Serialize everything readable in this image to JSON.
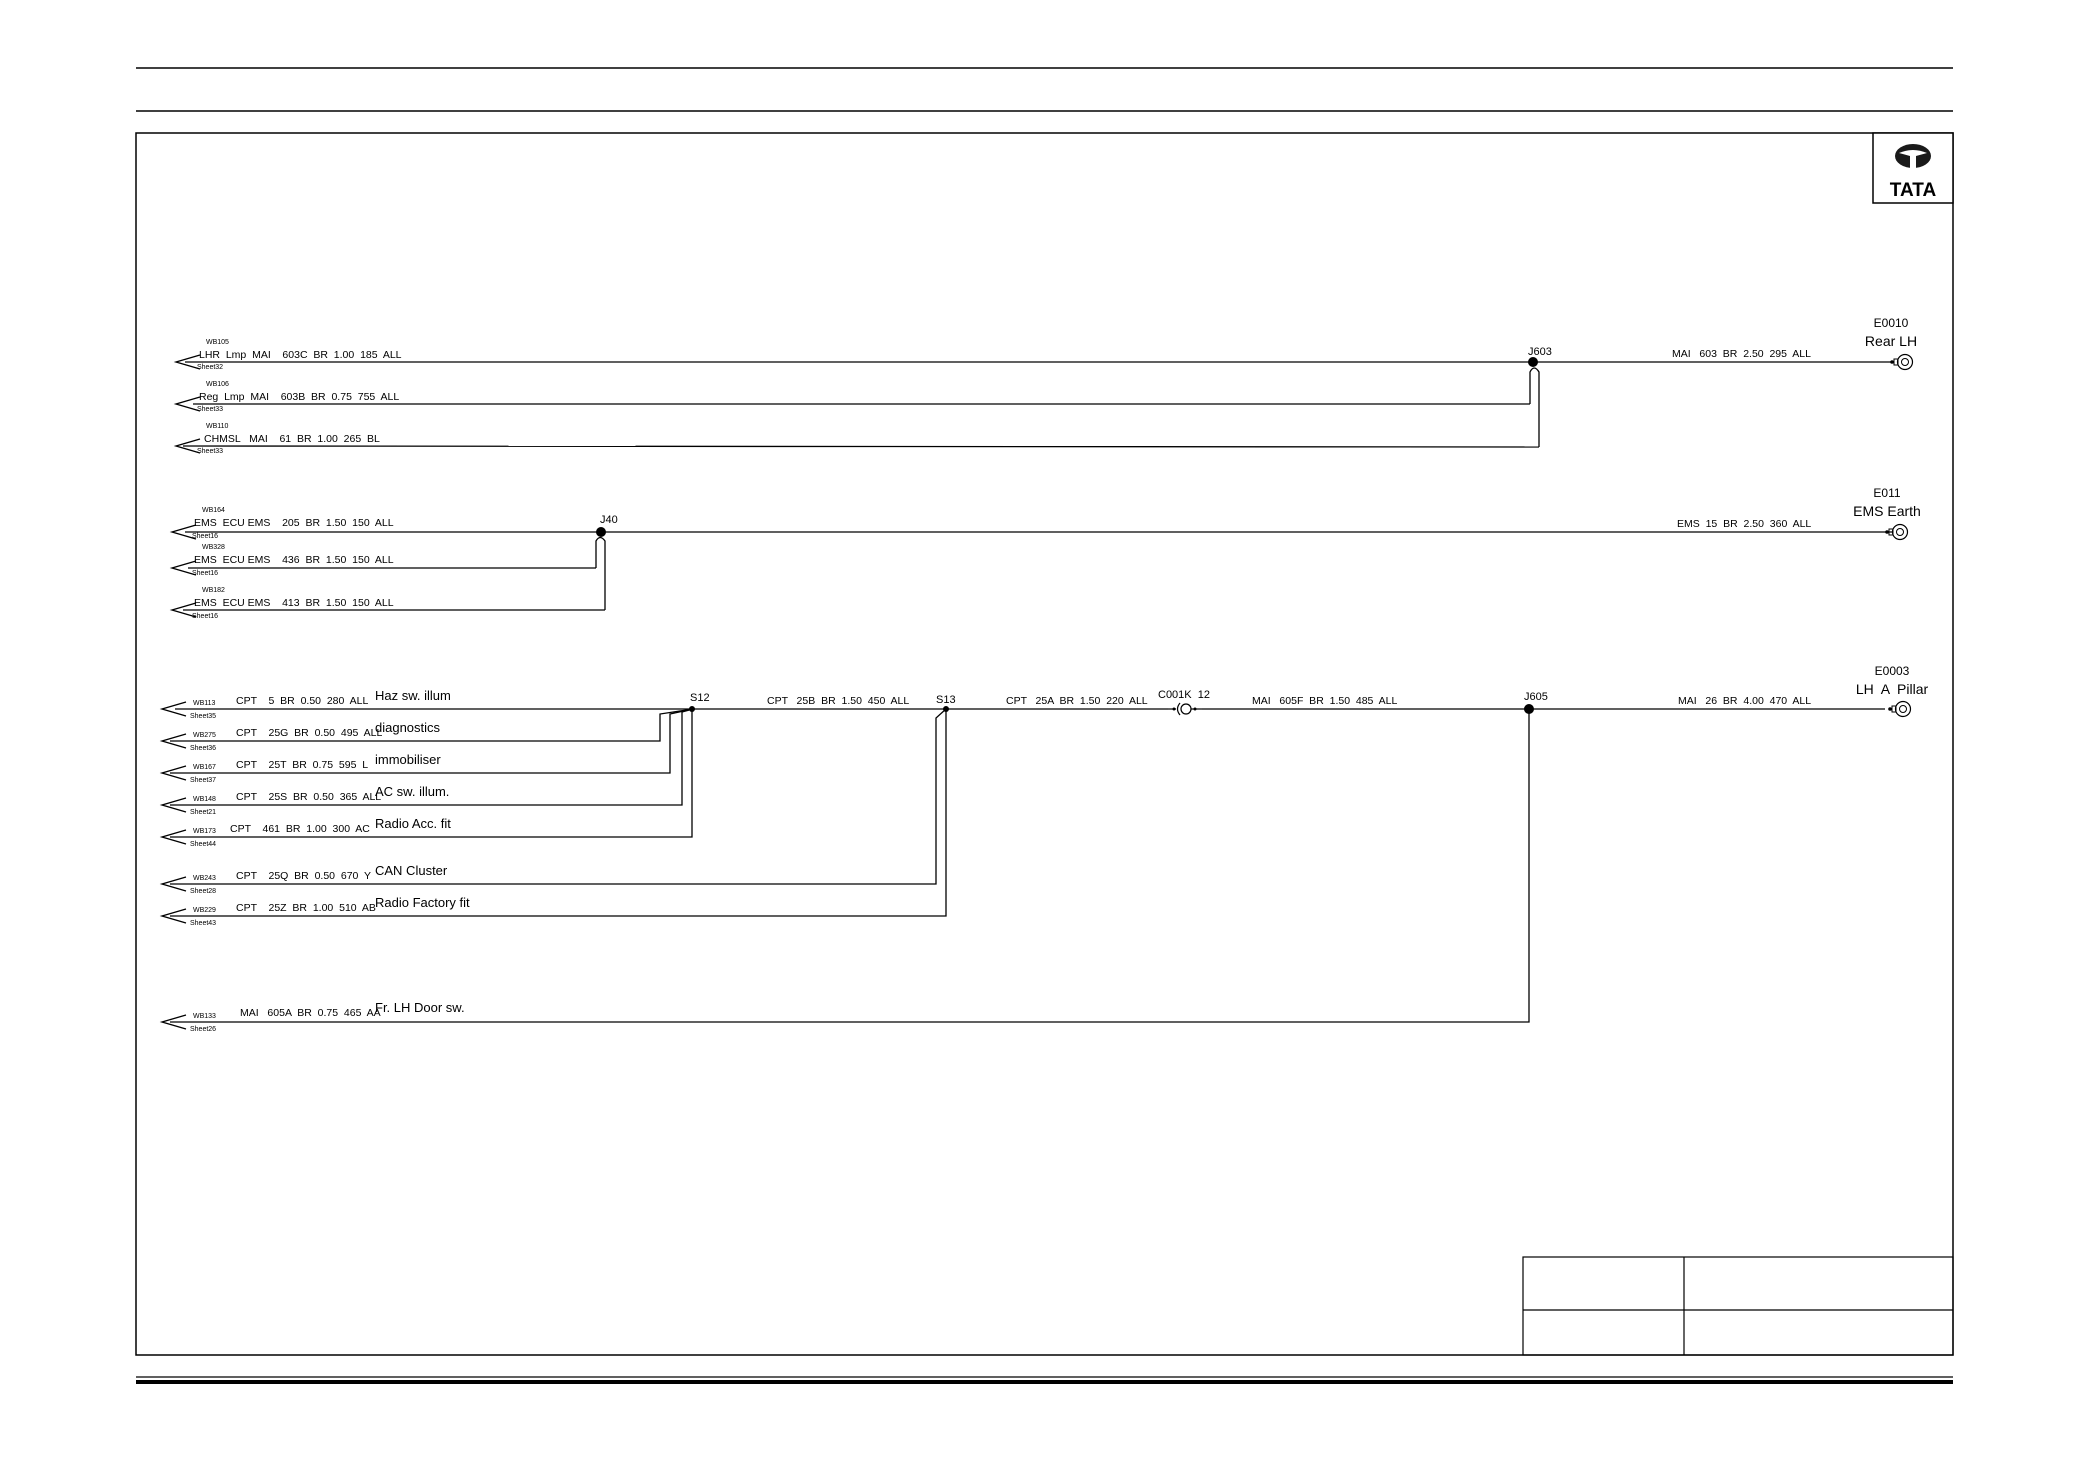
{
  "logo": {
    "text": "TATA"
  },
  "groups": [
    {
      "splice": {
        "id": "J603"
      },
      "destination": {
        "code": "E0010",
        "name": "Rear LH",
        "wire": "MAI   603  BR  2.50  295  ALL"
      },
      "branches": [
        {
          "ref": "WB105",
          "label": "LHR  Lmp  MAI    603C  BR  1.00  185  ALL",
          "sheet": "Sheet32"
        },
        {
          "ref": "WB106",
          "label": "Reg  Lmp  MAI    603B  BR  0.75  755  ALL",
          "sheet": "Sheet33"
        },
        {
          "ref": "WB110",
          "label": "CHMSL   MAI    61  BR  1.00  265  BL",
          "sheet": "Sheet33"
        }
      ]
    },
    {
      "splice": {
        "id": "J40"
      },
      "destination": {
        "code": "E011",
        "name": "EMS Earth",
        "wire": "EMS  15  BR  2.50  360  ALL"
      },
      "branches": [
        {
          "ref": "WB164",
          "label": "EMS  ECU EMS    205  BR  1.50  150  ALL",
          "sheet": "Sheet16"
        },
        {
          "ref": "WB328",
          "label": "EMS  ECU EMS    436  BR  1.50  150  ALL",
          "sheet": "Sheet16"
        },
        {
          "ref": "WB182",
          "label": "EMS  ECU EMS    413  BR  1.50  150  ALL",
          "sheet": "Sheet16"
        }
      ]
    }
  ],
  "group3": {
    "splices": {
      "s12": "S12",
      "s13": "S13",
      "j605": "J605"
    },
    "segments": {
      "s12_s13": "CPT   25B  BR  1.50  450  ALL",
      "s13_c001k": "CPT   25A  BR  1.50  220  ALL",
      "c001k_j605": "MAI   605F  BR  1.50  485  ALL"
    },
    "connector": {
      "label": "C001K  12"
    },
    "destination": {
      "code": "E0003",
      "name": "LH  A  Pillar",
      "wire": "MAI   26  BR  4.00  470  ALL"
    },
    "branches": [
      {
        "ref": "WB113",
        "wire": "CPT    5  BR  0.50  280  ALL",
        "desc": "Haz sw. illum",
        "sheet": "Sheet35"
      },
      {
        "ref": "WB275",
        "wire": "CPT    25G  BR  0.50  495  ALL",
        "desc": "diagnostics",
        "sheet": "Sheet36"
      },
      {
        "ref": "WB167",
        "wire": "CPT    25T  BR  0.75  595  L",
        "desc": "immobiliser",
        "sheet": "Sheet37"
      },
      {
        "ref": "WB148",
        "wire": "CPT    25S  BR  0.50  365  ALL",
        "desc": "AC sw. illum.",
        "sheet": "Sheet21"
      },
      {
        "ref": "WB173",
        "wire": "CPT    461  BR  1.00  300  AC",
        "desc": "Radio Acc. fit",
        "sheet": "Sheet44"
      },
      {
        "ref": "WB243",
        "wire": "CPT    25Q  BR  0.50  670  Y",
        "desc": "CAN Cluster",
        "sheet": "Sheet28"
      },
      {
        "ref": "WB229",
        "wire": "CPT    25Z  BR  1.00  510  AB",
        "desc": "Radio Factory fit",
        "sheet": "Sheet43"
      },
      {
        "ref": "WB133",
        "wire": "MAI   605A  BR  0.75  465  AA",
        "desc": "Fr. LH Door sw.",
        "sheet": "Sheet26"
      }
    ]
  }
}
